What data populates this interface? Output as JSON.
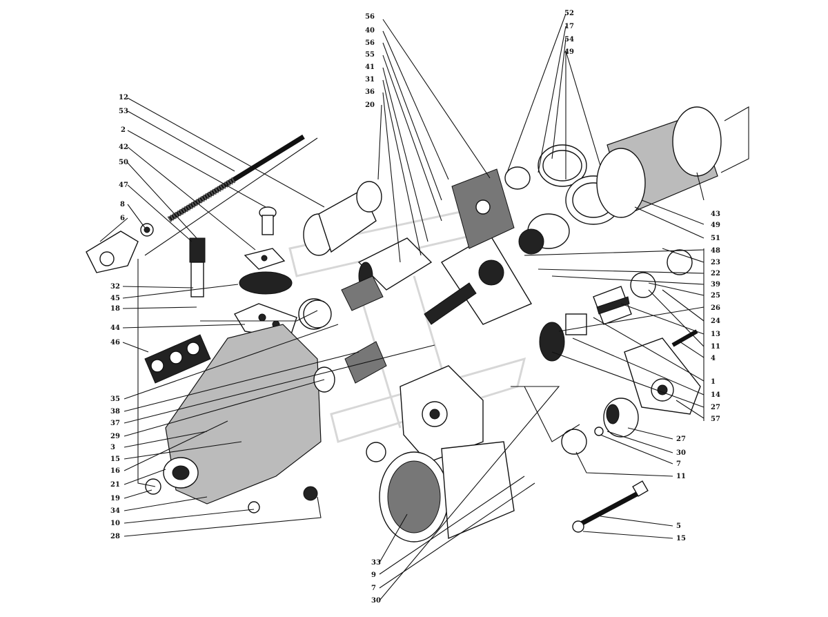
{
  "callouts": {
    "top_column": [
      "56",
      "40",
      "56",
      "55",
      "41",
      "31",
      "36",
      "20"
    ],
    "top_right": [
      "52",
      "17",
      "54",
      "49"
    ],
    "left_upper": [
      "12",
      "53",
      "2",
      "42",
      "50",
      "47",
      "8",
      "6"
    ],
    "left_mid": [
      "32",
      "45",
      "18",
      "44",
      "46"
    ],
    "left_lower": [
      "35",
      "38",
      "37",
      "29",
      "3",
      "15",
      "16",
      "21",
      "19",
      "34",
      "10",
      "28"
    ],
    "right_side": [
      "43",
      "49",
      "51",
      "48",
      "23",
      "22",
      "39",
      "25",
      "26",
      "24",
      "13",
      "11",
      "4",
      "1",
      "14",
      "27",
      "57"
    ],
    "right_lower": [
      "27",
      "30",
      "7",
      "11",
      "5",
      "15"
    ],
    "bottom": [
      "33",
      "9",
      "7",
      "30"
    ]
  }
}
